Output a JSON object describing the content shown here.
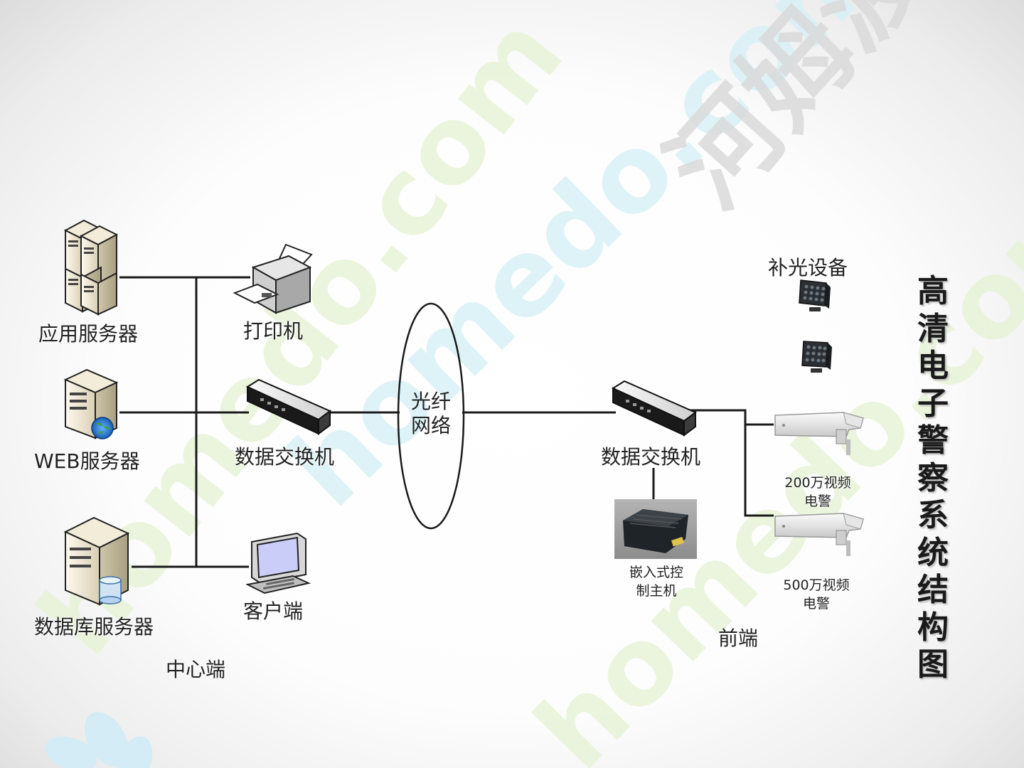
{
  "title": "高清电子警察系统结构图",
  "watermark": {
    "brand": "homedo.com",
    "brand_cn": "河姆渡"
  },
  "devices": {
    "app_server": "应用服务器",
    "web_server": "WEB服务器",
    "db_server": "数据库服务器",
    "printer": "打印机",
    "switch_center": "数据交换机",
    "client": "客户端",
    "fiber_network_line1": "光纤",
    "fiber_network_line2": "网络",
    "switch_front": "数据交换机",
    "embedded_host_line1": "嵌入式控",
    "embedded_host_line2": "制主机",
    "fill_light": "补光设备",
    "camera_200_line1": "200万视频",
    "camera_200_line2": "电警",
    "camera_500_line1": "500万视频",
    "camera_500_line2": "电警"
  },
  "zones": {
    "center": "中心端",
    "front": "前端"
  },
  "colors": {
    "watermark_green": "#e6f3d4",
    "watermark_cyan": "#d6f0f5",
    "watermark_gray": "#d9d9d9",
    "line": "#1a1a1a"
  }
}
